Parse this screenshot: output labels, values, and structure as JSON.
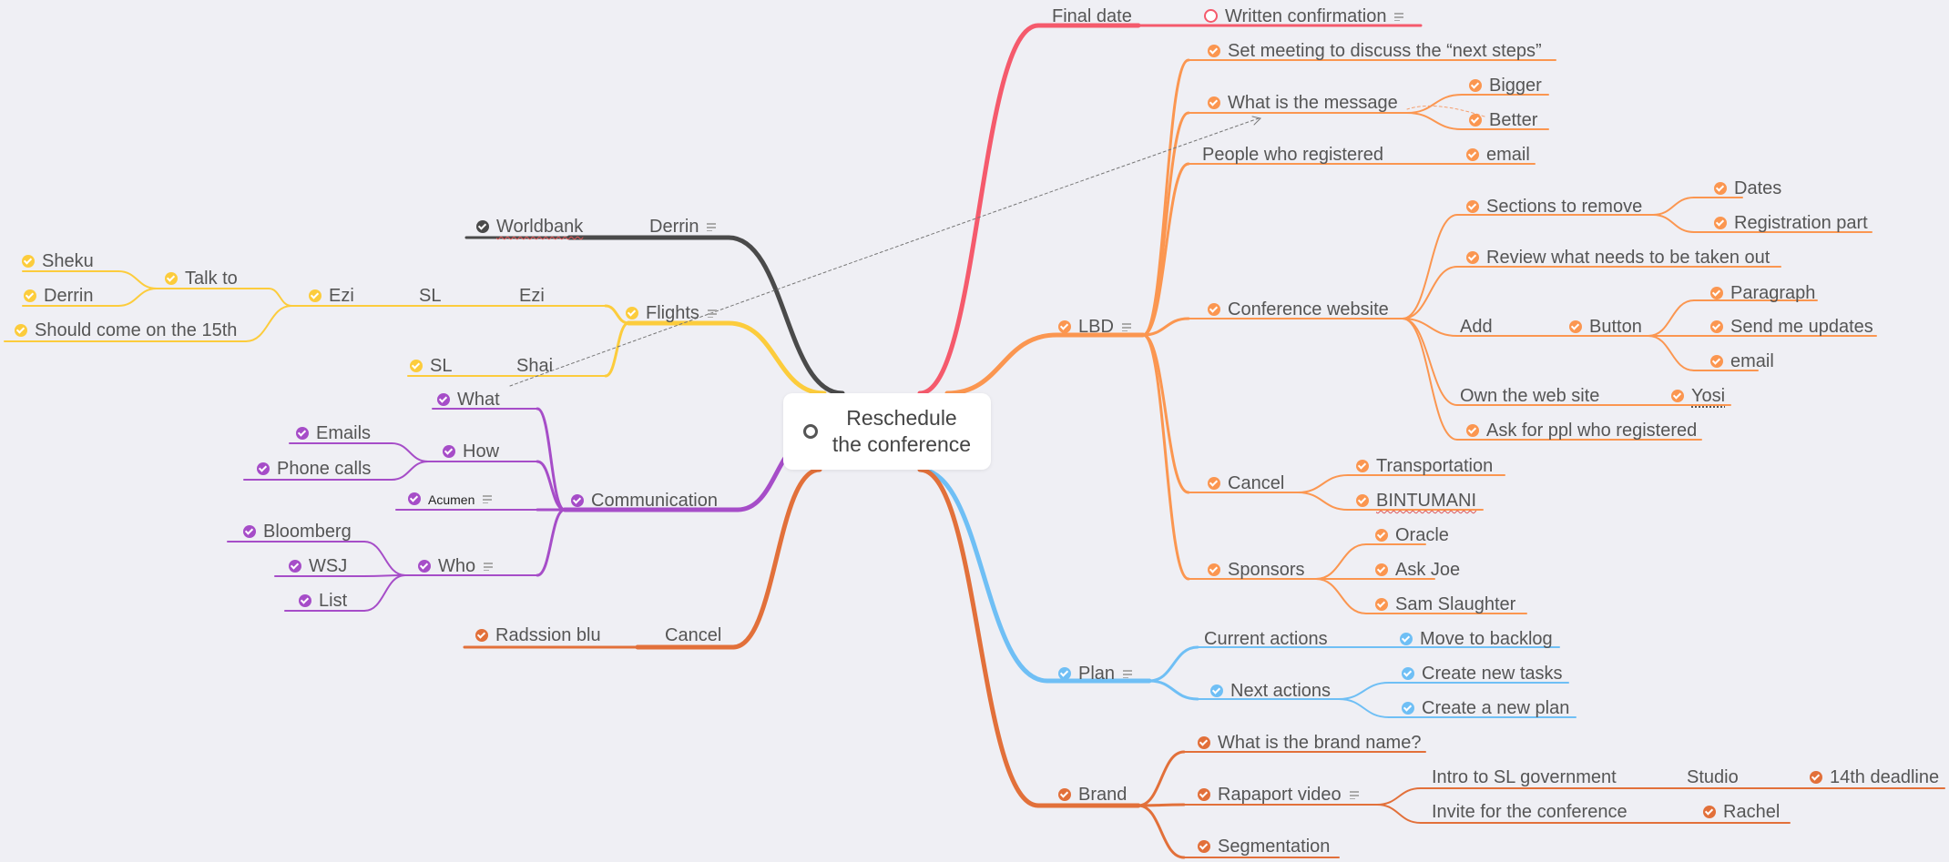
{
  "colors": {
    "red": "#f55a6c",
    "orange": "#fb9650",
    "dark_orange": "#e2703a",
    "blue": "#6fbff5",
    "purple": "#a64dc8",
    "yellow": "#fccc3c",
    "dark": "#4a4a4a",
    "background": "#efeff4"
  },
  "central": {
    "line1": "Reschedule",
    "line2": "the conference"
  },
  "nodes": {
    "final_date": "Final date",
    "written_confirmation": "Written confirmation",
    "set_meeting": "Set meeting to discuss the “next steps”",
    "what_is_message": "What is the message",
    "bigger": "Bigger",
    "better": "Better",
    "people_registered": "People who registered",
    "email1": "email",
    "sections_remove": "Sections to remove",
    "dates": "Dates",
    "registration_part": "Registration part",
    "review": "Review what needs to be taken out",
    "lbd": "LBD",
    "conference_website": "Conference  website",
    "paragraph": "Paragraph",
    "add": "Add",
    "button": "Button",
    "send_updates": "Send me updates",
    "email2": "email",
    "own_site": "Own the web site",
    "yosi": "Yosi",
    "ask_ppl": "Ask for ppl who registered",
    "cancel_lbd": "Cancel",
    "transportation": "Transportation",
    "bintumani": "BINTUMANI",
    "sponsors": "Sponsors",
    "oracle": "Oracle",
    "ask_joe": "Ask Joe",
    "sam": "Sam Slaughter",
    "current_actions": "Current actions",
    "move_backlog": "Move to backlog",
    "plan": "Plan",
    "next_actions": "Next actions",
    "create_tasks": "Create new tasks",
    "create_plan": "Create a new plan",
    "brand_name": "What is the brand name?",
    "brand": "Brand",
    "rapaport": "Rapaport video",
    "intro_sl": "Intro to SL government",
    "studio": "Studio",
    "deadline": "14th deadline",
    "invite": "Invite for the conference",
    "rachel": "Rachel",
    "segmentation": "Segmentation",
    "worldbank": "Worldbank",
    "derrin_top": "Derrin",
    "sheku": "Sheku",
    "talk_to": "Talk to",
    "derrin_y": "Derrin",
    "ezi_left": "Ezi",
    "sl_mid": "SL",
    "ezi_right": "Ezi",
    "flights": "Flights",
    "come_15th": "Should come on the 15th",
    "sl_low": "SL",
    "shai": "Shai",
    "what": "What",
    "emails": "Emails",
    "how": "How",
    "phone_calls": "Phone calls",
    "acumen": "Acumen",
    "communication": "Communication",
    "bloomberg": "Bloomberg",
    "wsj": "WSJ",
    "who": "Who",
    "list": "List",
    "radssion": "Radssion blu",
    "cancel_left": "Cancel"
  }
}
